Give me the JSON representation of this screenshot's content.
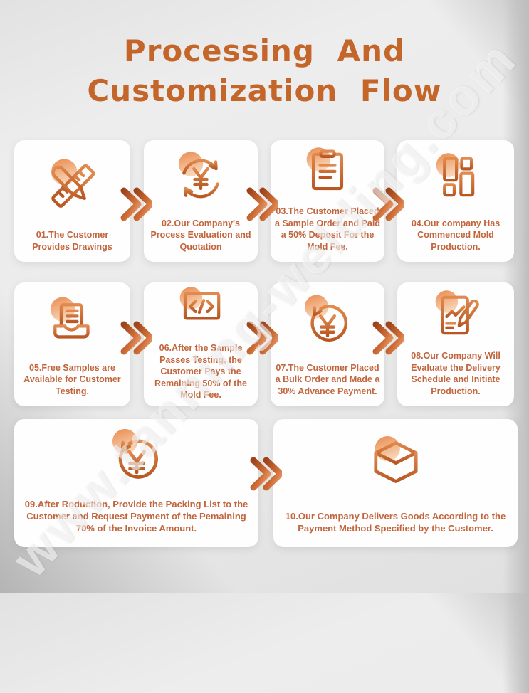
{
  "title": {
    "line1": "Processing  And",
    "line2": "Customization  Flow"
  },
  "watermark": "www.tanning-welding.com",
  "colors": {
    "accent_orange": "#c4662a",
    "card_text": "#c2653c",
    "icon_stroke_light": "#e08a4e",
    "icon_stroke_dark": "#b85722",
    "arrow_dark": "#9e441c",
    "arrow_light": "#f0a87a",
    "card_background": "#fefefe",
    "page_background": "#e9e9e9"
  },
  "steps": [
    {
      "id": "01",
      "label": "01.The Customer Provides Drawings",
      "icon": "drawing-tools-icon"
    },
    {
      "id": "02",
      "label": "02.Our Company's Process Evaluation and Quotation",
      "icon": "process-evaluation-icon"
    },
    {
      "id": "03",
      "label": "03.The Customer Placed a Sample Order and Paid a 50% Deposit For the Mold Fee.",
      "icon": "order-clipboard-icon"
    },
    {
      "id": "04",
      "label": "04.Our company Has Commenced Mold Production.",
      "icon": "mold-blocks-icon"
    },
    {
      "id": "05",
      "label": "05.Free Samples are Available for Customer Testing.",
      "icon": "sample-tray-icon"
    },
    {
      "id": "06",
      "label": "06.After the Sample Passes Testing, the Customer Pays the Remaining 50% of the Mold Fee.",
      "icon": "testing-monitor-icon"
    },
    {
      "id": "07",
      "label": "07.The Customer Placed a Bulk Order and Made a 30% Advance Payment.",
      "icon": "payment-cycle-icon"
    },
    {
      "id": "08",
      "label": "08.Our Company Will Evaluate the Delivery Schedule and Initiate Production.",
      "icon": "schedule-evaluation-icon"
    },
    {
      "id": "09",
      "label": "09.After Roduction, Provide the Packing List to the Customer and Request Payment of the Pemaining 70% of the Invoice Amount.",
      "icon": "payment-cycle-icon"
    },
    {
      "id": "10",
      "label": "10.Our Company Delivers Goods According to the Payment Method Specified by the Customer.",
      "icon": "delivery-box-icon"
    }
  ]
}
